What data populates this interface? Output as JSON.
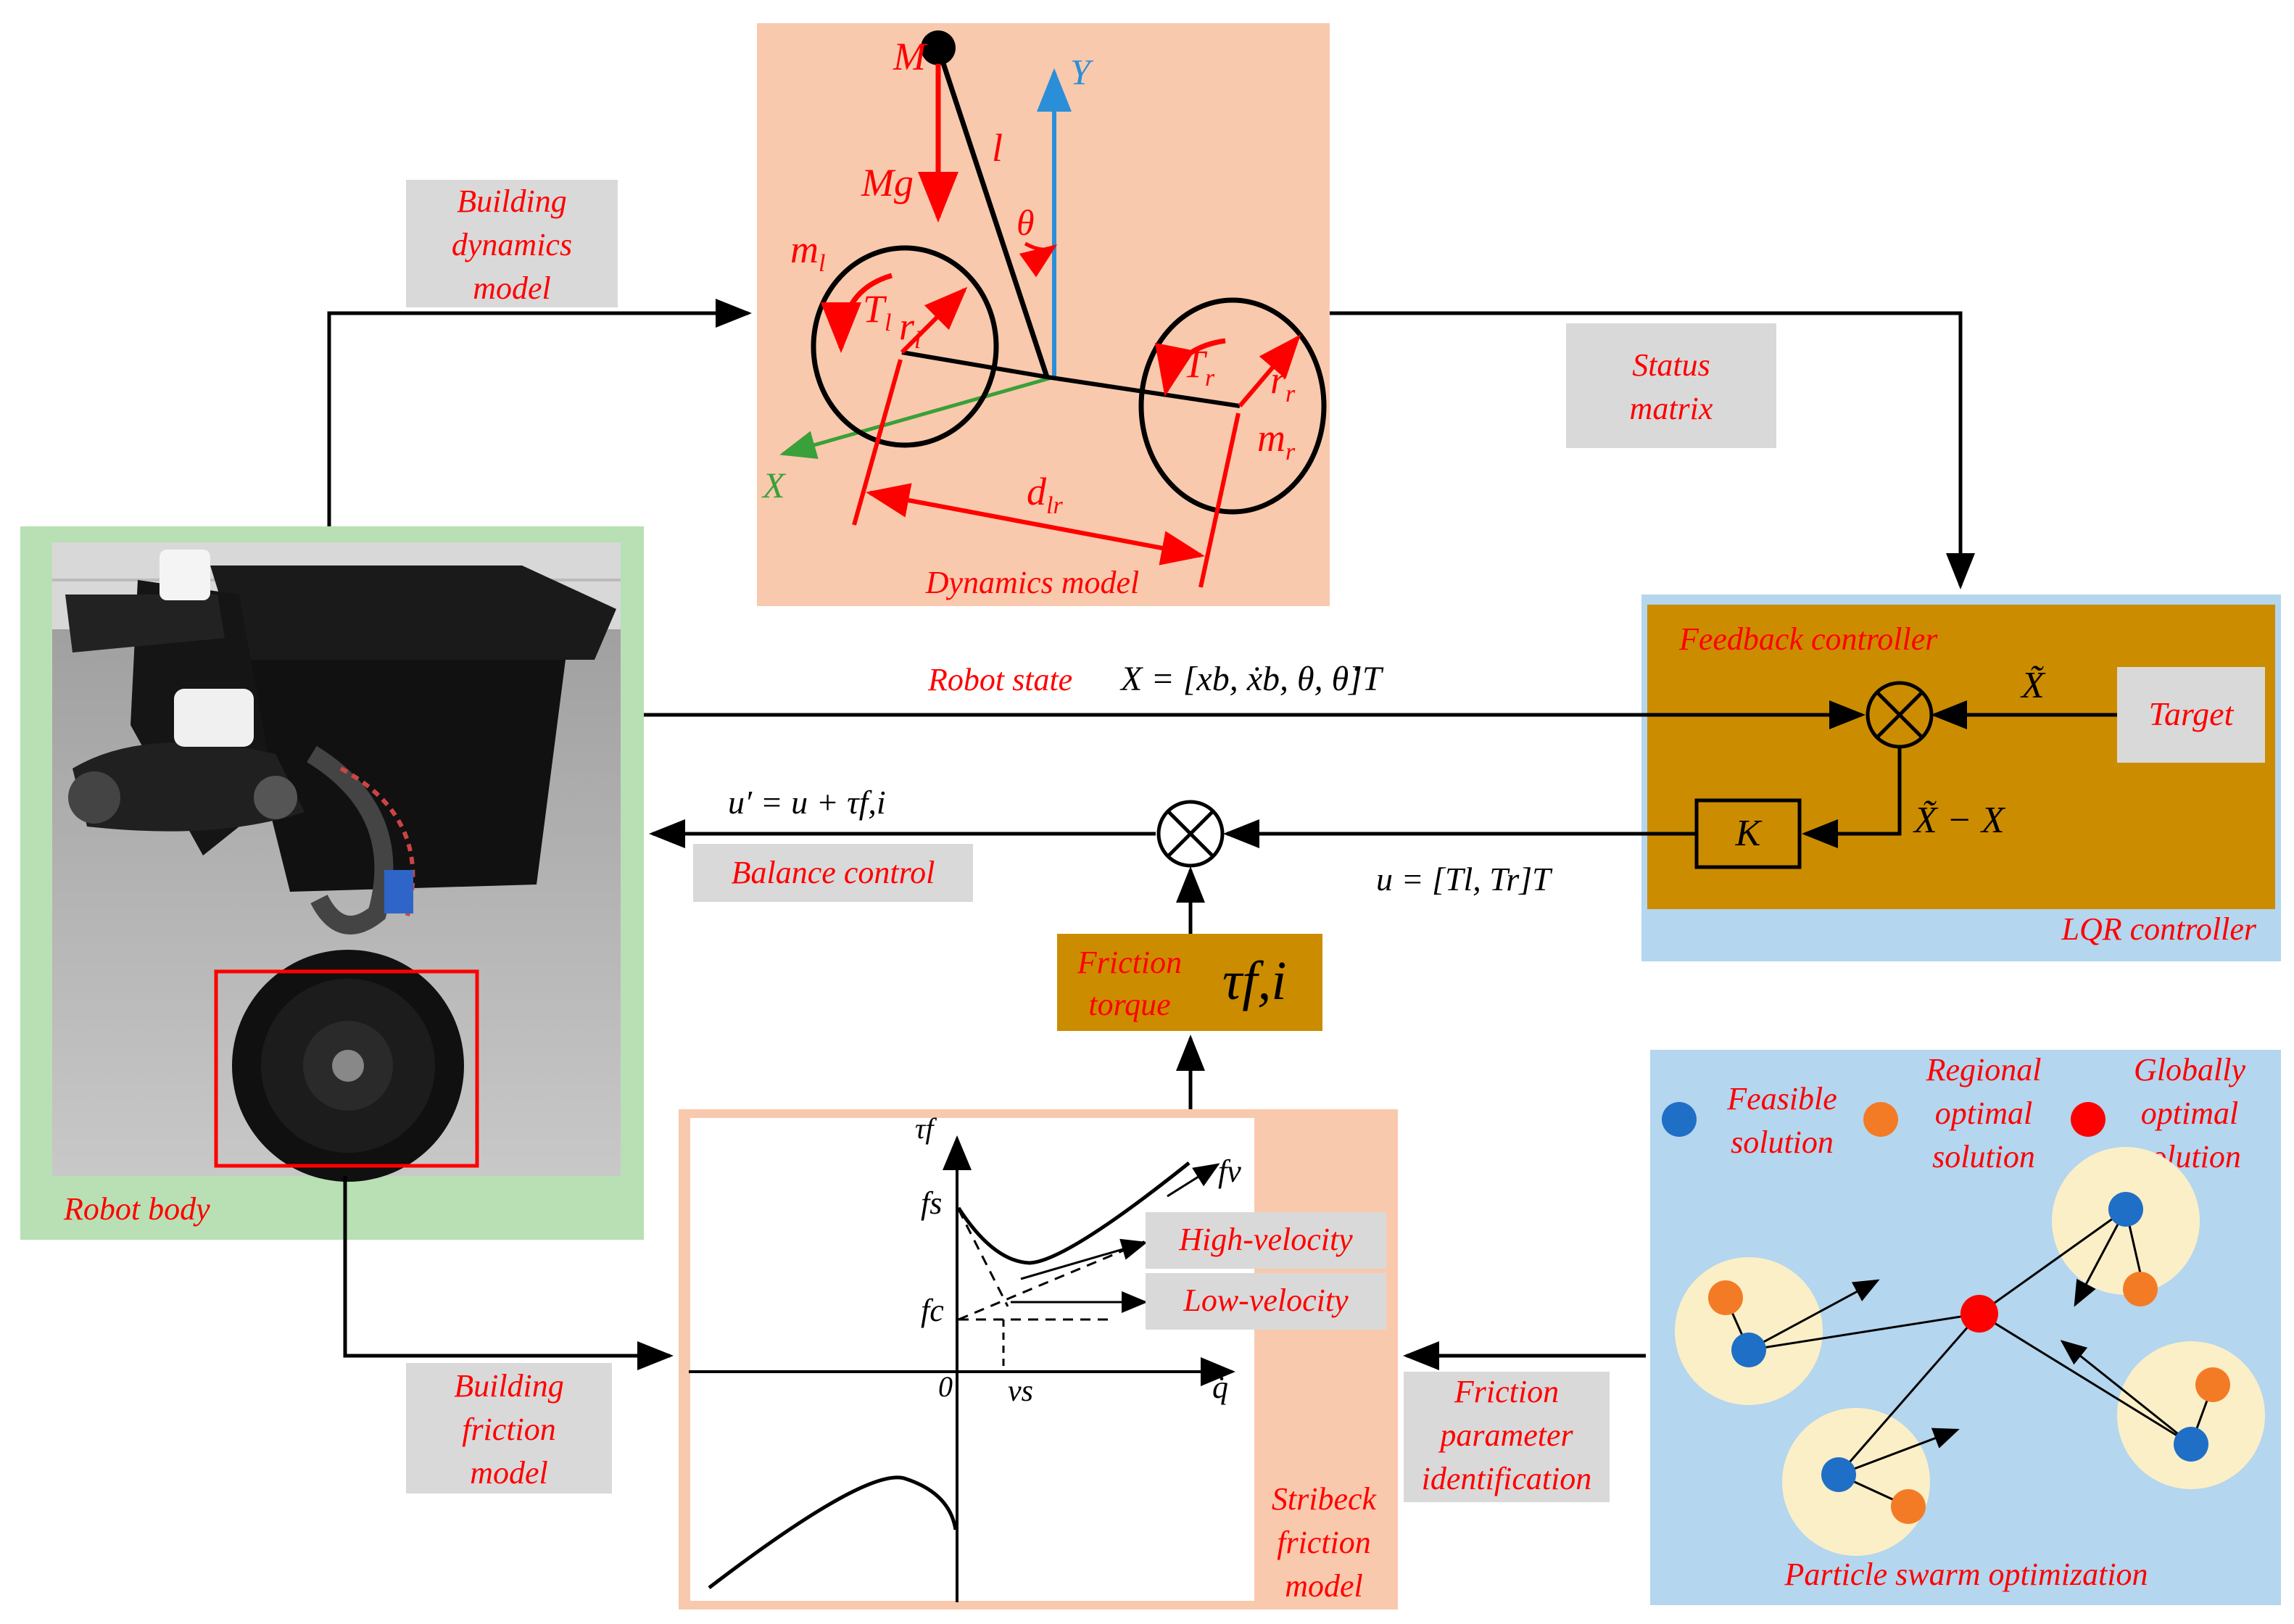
{
  "colors": {
    "red": "#ff0000",
    "salmon": "#f9c9ad",
    "green_panel": "#b8e0b4",
    "blue_panel": "#b4d6ee",
    "gold": "#cc8c00",
    "gray_box": "#d9d9d9",
    "particle_blue": "#1f6fc6",
    "particle_orange": "#f47b25",
    "particle_red": "#ff0000",
    "halo": "#fbefc8"
  },
  "labels": {
    "building_dynamics": [
      "Building",
      "dynamics",
      "model"
    ],
    "status_matrix": [
      "Status",
      "matrix"
    ],
    "dynamics_model": "Dynamics model",
    "robot_body": "Robot body",
    "robot_state": "Robot state",
    "feedback_controller": "Feedback controller",
    "target": "Target",
    "lqr_controller": "LQR controller",
    "balance_control": "Balance control",
    "friction_torque": [
      "Friction",
      "torque"
    ],
    "building_friction": [
      "Building",
      "friction",
      "model"
    ],
    "stribeck": [
      "Stribeck",
      "friction",
      "model"
    ],
    "friction_param": [
      "Friction",
      "parameter",
      "identification"
    ],
    "high_velocity": "High-velocity",
    "low_velocity": "Low-velocity",
    "pso": "Particle swarm optimization",
    "legend_feasible": [
      "Feasible",
      "solution"
    ],
    "legend_regional": [
      "Regional",
      "optimal",
      "solution"
    ],
    "legend_global": [
      "Globally",
      "optimal",
      "solution"
    ]
  },
  "symbols": {
    "M": "M",
    "Mg": "Mg",
    "l": "l",
    "theta": "θ",
    "Y": "Y",
    "X": "X",
    "ml": "m",
    "ml_sub": "l",
    "Tl": "T",
    "Tl_sub": "l",
    "rl": "r",
    "rl_sub": "l",
    "Tr": "T",
    "Tr_sub": "r",
    "rr": "r",
    "rr_sub": "r",
    "mr": "m",
    "mr_sub": "r",
    "dlr": "d",
    "dlr_sub": "lr",
    "robot_state_eq": "X = [xb, ẋb, θ, θ̇]T",
    "x_tilde": "X̃",
    "x_tilde_minus_x": "X̃ − X",
    "K": "K",
    "u_eq": "u = [Tl, Tr]T",
    "u_prime_eq": "u′ = u + τf,i",
    "tau_f_i": "τf,i",
    "tau_f": "τf",
    "f_s": "fs",
    "f_c": "fc",
    "f_v": "fv",
    "zero": "0",
    "v_s": "vs",
    "q_dot": "q̇"
  }
}
